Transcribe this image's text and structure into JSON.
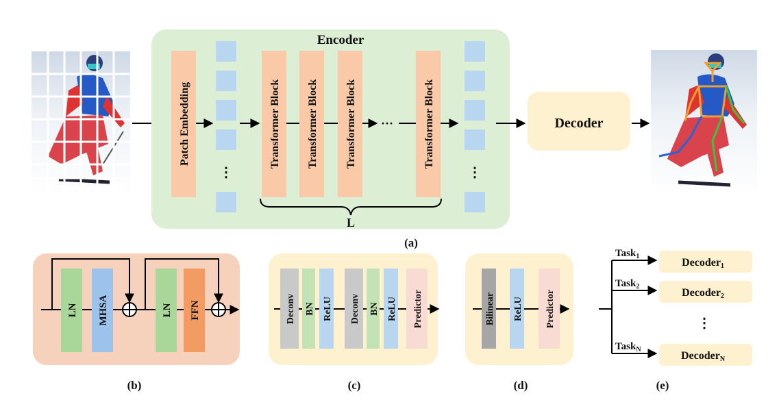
{
  "colors": {
    "encoder_bg": "#dcefd5",
    "decoder_bg": "#fdf1cf",
    "orange_block": "#f9c9a8",
    "token_blue": "#b8d6ef",
    "panel_b_bg": "#f6d2bd",
    "panel_yellow_bg": "#fdf1cf",
    "ln_green": "#a9d79a",
    "mhsa_blue": "#9dc3ec",
    "ffn_orange": "#f29b63",
    "deconv_gray": "#c9c9c9",
    "bn_green": "#c3e2b5",
    "relu_blue": "#b8d6ef",
    "predictor_pink": "#f8dcd3",
    "bilinear_gray": "#a6a6a6",
    "task_decoder_bg": "#fdf1cf"
  },
  "panel_a": {
    "encoder_title": "Encoder",
    "patch_embedding": "Patch Embedding",
    "transformer_block": "Transformer Block",
    "ellipsis": "···",
    "vertical_ellipsis": "⋮",
    "repeat_label": "L",
    "decoder": "Decoder",
    "caption": "(a)",
    "input_image": "skier-input-image",
    "output_image": "skier-pose-output-image"
  },
  "panel_b": {
    "ln": "LN",
    "mhsa": "MHSA",
    "ffn": "FFN",
    "caption": "(b)"
  },
  "panel_c": {
    "deconv": "Deconv",
    "bn": "BN",
    "relu": "ReLU",
    "predictor": "Predictor",
    "caption": "(c)"
  },
  "panel_d": {
    "bilinear": "Bilinear",
    "relu": "ReLU",
    "predictor": "Predictor",
    "caption": "(d)"
  },
  "panel_e": {
    "tasks": [
      {
        "task": "Task",
        "task_sub": "1",
        "decoder": "Decoder",
        "decoder_sub": "1"
      },
      {
        "task": "Task",
        "task_sub": "2",
        "decoder": "Decoder",
        "decoder_sub": "2"
      },
      {
        "task": "Task",
        "task_sub": "N",
        "decoder": "Decoder",
        "decoder_sub": "N"
      }
    ],
    "vertical_ellipsis": "⋮",
    "caption": "(e)"
  }
}
